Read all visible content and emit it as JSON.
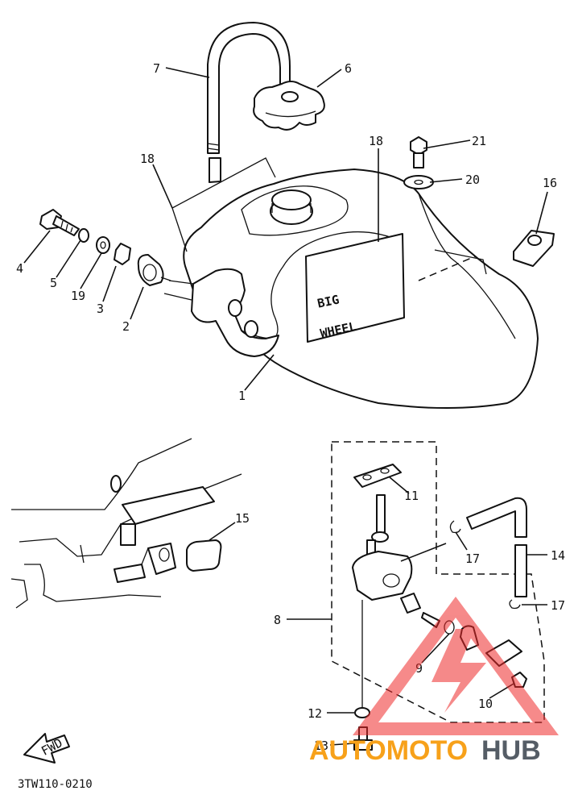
{
  "diagram": {
    "code": "3TW110-0210",
    "fwd_label": "FWD",
    "decal_text_top": "BIG",
    "decal_text_bottom": "WHEEL",
    "callouts": [
      "7",
      "6",
      "18",
      "18",
      "21",
      "20",
      "16",
      "4",
      "5",
      "19",
      "3",
      "2",
      "1",
      "15",
      "11",
      "17",
      "14",
      "17",
      "8",
      "9",
      "10",
      "12",
      "13"
    ]
  },
  "watermark": {
    "part1": "AUTOMOTO",
    "part2": "HUB",
    "color_orange": "#f7a11a",
    "color_gray": "#555d66",
    "color_triangle": "#ee2a2a"
  }
}
